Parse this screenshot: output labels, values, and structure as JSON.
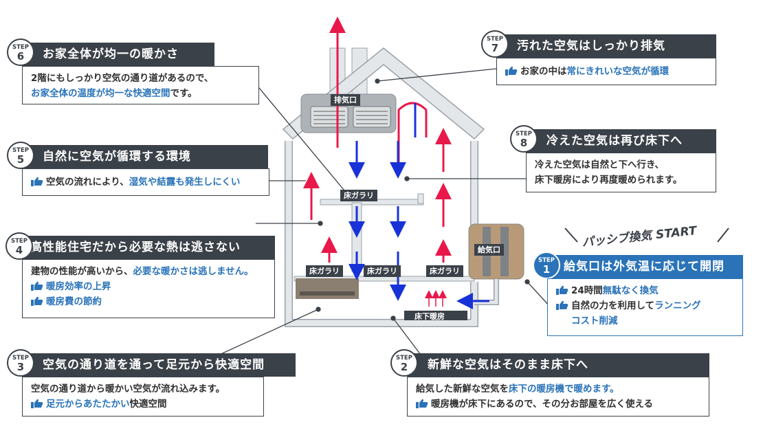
{
  "steps": {
    "s6": {
      "step_label": "STEP",
      "num": "6",
      "title": "お家全体が均一の暖かさ",
      "l1": "2階にもしっかり空気の通り道があるので、",
      "l2_hl": "お家全体の温度が均一な快適空間",
      "l2_rest": "です。"
    },
    "s5": {
      "step_label": "STEP",
      "num": "5",
      "title": "自然に空気が循環する環境",
      "l1_pre": "空気の流れにより、",
      "l1_hl": "湿気や結露も発生しにくい"
    },
    "s4": {
      "step_label": "STEP",
      "num": "4",
      "title": "高性能住宅だから必要な熱は逃さない",
      "l1_pre": "建物の性能が高いから、",
      "l1_hl": "必要な暖かさは逃しません。",
      "l2": "暖房効率の上昇",
      "l3": "暖房費の節約"
    },
    "s3": {
      "step_label": "STEP",
      "num": "3",
      "title": "空気の通り道を通って足元から快適空間",
      "l1": "空気の通り道から暖かい空気が流れ込みます。",
      "l2_hl": "足元からあたたかい",
      "l2_rest": "快適空間"
    },
    "s7": {
      "step_label": "STEP",
      "num": "7",
      "title": "汚れた空気はしっかり排気",
      "l1_pre": "お家の中は",
      "l1_hl": "常にきれいな空気が循環"
    },
    "s8": {
      "step_label": "STEP",
      "num": "8",
      "title": "冷えた空気は再び床下へ",
      "l1": "冷えた空気は自然と下へ行き、",
      "l2": "床下暖房により再度暖められます。"
    },
    "s1": {
      "step_label": "STEP",
      "num": "1",
      "title": "給気口は外気温に応じて開閉",
      "l1_pre": "24時間",
      "l1_hl": "無駄なく換気",
      "l2_pre": "自然の力を利用して",
      "l2_hl": "ランニング",
      "l3_hl": "コスト削減"
    },
    "s2": {
      "step_label": "STEP",
      "num": "2",
      "title": "新鮮な空気はそのまま床下へ",
      "l1_pre": "給気した新鮮な空気を",
      "l1_hl": "床下の暖房機で暖めます。",
      "l2": "暖房機が床下にあるので、その分お部屋を広く使える"
    }
  },
  "passive_title": "パッシブ換気 START",
  "labels": {
    "exhaust": "排気口",
    "floor_grille": "床ガラリ",
    "supply": "給気口",
    "underfloor": "床下暖房"
  },
  "icons": {
    "thumb": "thumbs-up-icon"
  },
  "colors": {
    "dark": "#3b4148",
    "blue": "#2a73b8",
    "warm": "#e8194a",
    "cool": "#1832d8"
  }
}
